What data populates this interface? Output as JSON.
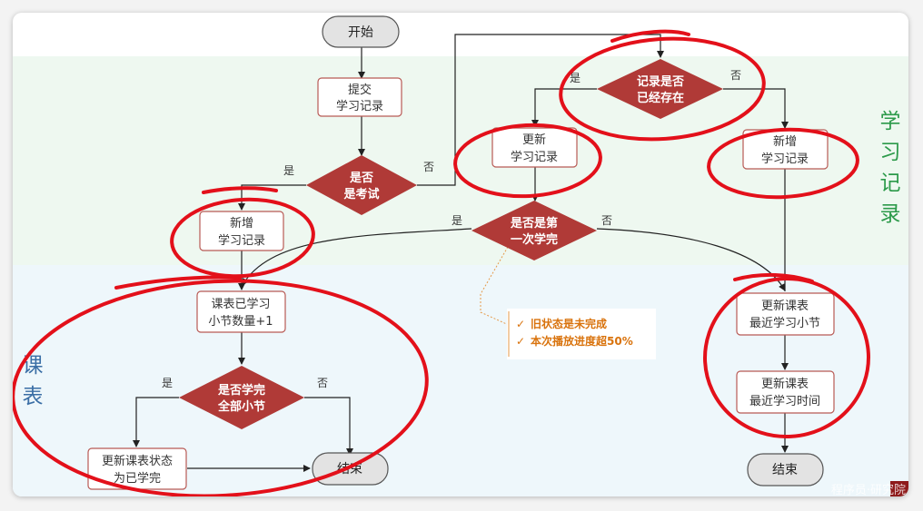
{
  "lanes": {
    "learning_record": "学习记录",
    "course_table": "课表"
  },
  "nodes": {
    "start": "开始",
    "submit": [
      "提交",
      "学习记录"
    ],
    "is_exam": [
      "是否",
      "是考试"
    ],
    "exam_new_record": [
      "新增",
      "学习记录"
    ],
    "record_exists": [
      "记录是否",
      "已经存在"
    ],
    "update_record": [
      "更新",
      "学习记录"
    ],
    "new_record": [
      "新增",
      "学习记录"
    ],
    "first_complete": [
      "是否是第",
      "一次学完"
    ],
    "table_plus_one": [
      "课表已学习",
      "小节数量+1"
    ],
    "all_done": [
      "是否学完",
      "全部小节"
    ],
    "update_status": [
      "更新课表状态",
      "为已学完"
    ],
    "end_left": "结束",
    "update_latest_section": [
      "更新课表",
      "最近学习小节"
    ],
    "update_latest_time": [
      "更新课表",
      "最近学习时间"
    ],
    "end_right": "结束"
  },
  "edge_labels": {
    "yes": "是",
    "no": "否"
  },
  "note": [
    "旧状态是未完成",
    "本次播放进度超50%"
  ],
  "note_mark": "✓",
  "watermark": "程序员·研究院",
  "colors": {
    "diamond": "#b03a37",
    "box_border": "#b85a55",
    "lane_green": "#eef8f0",
    "lane_blue": "#eef7fb",
    "annotation_red": "#e3101a",
    "lane_label_green": "#2c9a4a",
    "lane_label_blue": "#3a6ea5",
    "note_text": "#d9730d"
  }
}
